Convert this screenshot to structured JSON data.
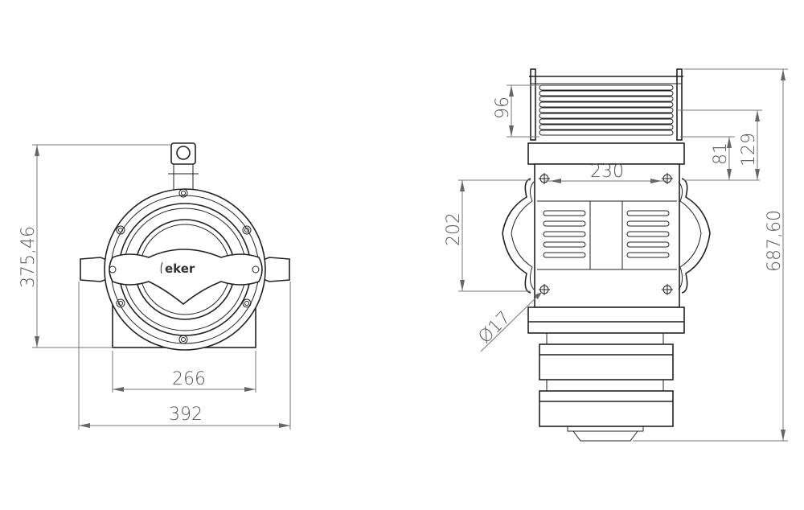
{
  "drawing": {
    "brand_label": "eker",
    "front_view": {
      "height_dimension": "375,46",
      "base_width_dimension": "266",
      "overall_width_dimension": "392"
    },
    "side_view": {
      "heatsink_height_dimension": "96",
      "top_offset_dimension": "81",
      "top_offset_2_dimension": "129",
      "mount_hole_spacing_dimension": "230",
      "mount_vertical_spacing_dimension": "202",
      "hole_diameter_dimension": "Ø17",
      "overall_length_dimension": "687,60"
    },
    "colors": {
      "outline": "#222222",
      "dimension_lines": "#777777",
      "dimension_text": "#555555",
      "background": "#ffffff"
    }
  }
}
